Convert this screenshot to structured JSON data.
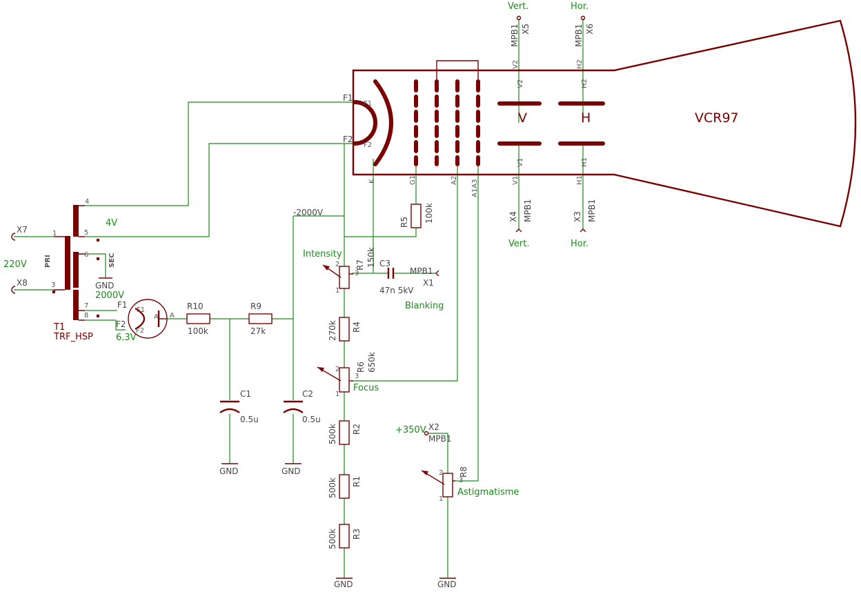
{
  "tube": {
    "name": "VCR97",
    "deflection_v": "V",
    "deflection_h": "H",
    "pins": {
      "f1": "F1",
      "f2": "F2",
      "k": "K",
      "g1": "G1",
      "a2": "A2",
      "a1a3": "A1A3",
      "v1": "V1",
      "v2": "V2",
      "h1": "H1",
      "h2": "H2"
    }
  },
  "connectors": {
    "x5": {
      "name": "X5",
      "type": "MPB1",
      "label": "Vert."
    },
    "x6": {
      "name": "X6",
      "type": "MPB1",
      "label": "Hor."
    },
    "x4": {
      "name": "X4",
      "type": "MPB1",
      "label": "Vert."
    },
    "x3": {
      "name": "X3",
      "type": "MPB1",
      "label": "Hor."
    },
    "x1": {
      "name": "X1",
      "type": "MPB1",
      "label": "Blanking"
    },
    "x2": {
      "name": "X2",
      "type": "MPB1",
      "label": "+350V"
    },
    "x7": {
      "name": "X7"
    },
    "x8": {
      "name": "X8"
    },
    "mains": "220V"
  },
  "transformer": {
    "name": "T1",
    "part": "TRF_HSP",
    "pri": "PRI",
    "sec": "SEC",
    "pins": {
      "p1": "1",
      "p3": "3",
      "p4": "4",
      "p5": "5",
      "p6": "6",
      "p7": "7",
      "p8": "8"
    },
    "v4": "4V",
    "v2000": "2000V",
    "v63": "6.3V",
    "gnd": "GND"
  },
  "diode": {
    "f1": "F1",
    "f2": "F2",
    "a": "A"
  },
  "nets": {
    "hv": "-2000V",
    "gnd": "GND"
  },
  "components": {
    "r10": {
      "name": "R10",
      "value": "100k"
    },
    "r9": {
      "name": "R9",
      "value": "27k"
    },
    "r5": {
      "name": "R5",
      "value": "100k"
    },
    "r7": {
      "name": "R7",
      "value": "150k",
      "label": "Intensity"
    },
    "r4": {
      "name": "R4",
      "value": "270k"
    },
    "r6": {
      "name": "R6",
      "value": "650k",
      "label": "Focus"
    },
    "r2": {
      "name": "R2",
      "value": "500k"
    },
    "r1": {
      "name": "R1",
      "value": "500k"
    },
    "r3": {
      "name": "R3",
      "value": "500k"
    },
    "r8": {
      "name": "R8",
      "label": "Astigmatisme"
    },
    "c1": {
      "name": "C1",
      "value": "0.5u"
    },
    "c2": {
      "name": "C2",
      "value": "0.5u"
    },
    "c3": {
      "name": "C3",
      "value": "47n 5kV"
    }
  },
  "pot_pins": {
    "p1": "1",
    "p2": "2",
    "p3": "3"
  }
}
